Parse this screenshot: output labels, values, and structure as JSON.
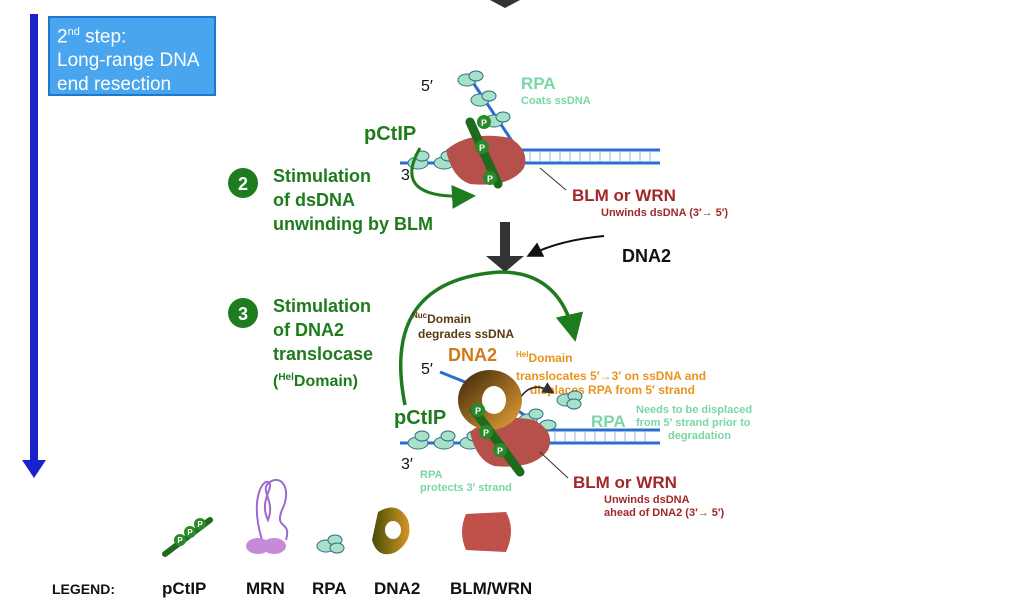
{
  "step_box": {
    "ordinal": "2",
    "ordinal_suffix": "nd",
    "line1_rest": " step:",
    "line2": "Long-range DNA",
    "line3": "end resection"
  },
  "panel2": {
    "number": "2",
    "title_lines": [
      "Stimulation",
      "of dsDNA",
      "unwinding by BLM"
    ],
    "five_prime": "5′",
    "three_prime": "3′",
    "pctip": "pCtIP",
    "rpa_label": "RPA",
    "rpa_note": "Coats ssDNA",
    "helicase_label": "BLM or WRN",
    "helicase_note": "Unwinds dsDNA  (3′→ 5′)",
    "phospho": "P"
  },
  "middle": {
    "dna2": "DNA2"
  },
  "panel3": {
    "number": "3",
    "title_lines": [
      "Stimulation",
      "of DNA2",
      "translocase"
    ],
    "title_sup": "Hel",
    "title_last": "Domain)",
    "title_paren": "(",
    "nuc_sup": "Nuc",
    "nuc_line1": "Domain",
    "nuc_line2": "degrades ssDNA",
    "dna2_label": "DNA2",
    "hel_sup": "Hel",
    "hel_line1": "Domain",
    "hel_line1_rest": " translocates 5′→3′ on ssDNA and",
    "hel_line2": "displaces RPA from 5′ strand",
    "five_prime": "5′",
    "three_prime": "3′",
    "pctip": "pCtIP",
    "rpa_label": "RPA",
    "rpa_note_lines": [
      "Needs to be displaced",
      "from 5′ strand prior to",
      "degradation"
    ],
    "rpa_protect_lines": [
      "RPA",
      "protects 3′ strand"
    ],
    "helicase_label": "BLM or WRN",
    "helicase_note_lines": [
      "Unwinds dsDNA",
      "ahead of DNA2 (3′→ 5′)"
    ],
    "phospho": "P"
  },
  "legend": {
    "title": "LEGEND:",
    "items": [
      "pCtIP",
      "MRN",
      "RPA",
      "DNA2",
      "BLM/WRN"
    ]
  },
  "colors": {
    "green": "#1e7b1e",
    "dark_red": "#a0282a",
    "rpa": "#a8e0c8",
    "orange": "#e7941e",
    "blue_arrow": "#1a22cc",
    "dna_blue": "#2a6fd0",
    "helicase": "#c0504a"
  }
}
